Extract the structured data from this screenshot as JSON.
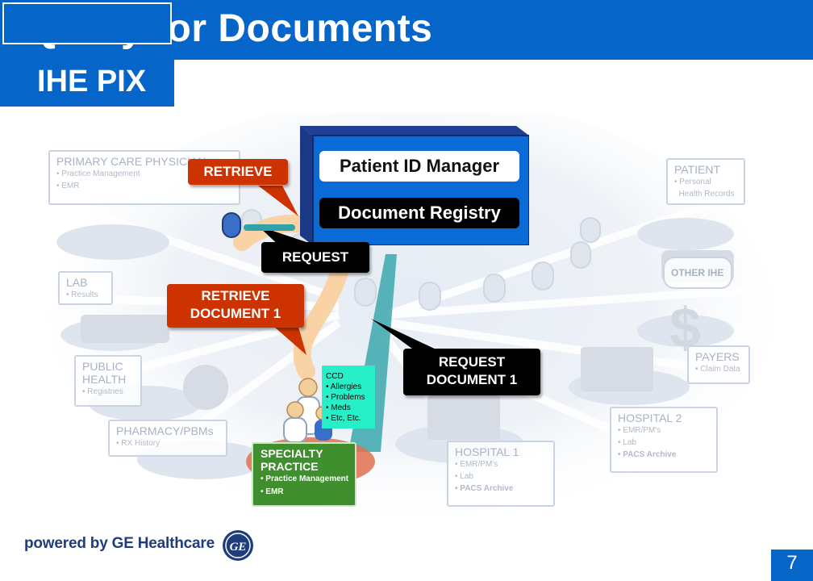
{
  "header": {
    "title": "Query for Documents",
    "subtitle": "IHE PIX"
  },
  "central": {
    "patient_id_manager": "Patient ID Manager",
    "document_registry": "Document Registry"
  },
  "callouts": {
    "retrieve": "RETRIEVE",
    "request": "REQUEST",
    "retrieve_doc_line1": "RETRIEVE",
    "retrieve_doc_line2": "DOCUMENT 1",
    "request_doc_line1": "REQUEST",
    "request_doc_line2": "DOCUMENT 1"
  },
  "nodes": {
    "primary_care": {
      "title": "PRIMARY CARE PHYSICIAN",
      "items": [
        "Practice Management",
        "EMR"
      ]
    },
    "lab": {
      "title": "LAB",
      "items": [
        "Results"
      ]
    },
    "public_health": {
      "title_line1": "PUBLIC",
      "title_line2": "HEALTH",
      "items": [
        "Registries"
      ]
    },
    "pharmacy": {
      "title": "PHARMACY/PBMs",
      "items": [
        "RX History"
      ]
    },
    "patient": {
      "title": "PATIENT",
      "items": [
        "Personal",
        "Health Records"
      ]
    },
    "other_ihe": {
      "title": "OTHER IHE"
    },
    "payers": {
      "title": "PAYERS",
      "items": [
        "Claim Data"
      ]
    },
    "hospital2": {
      "title": "HOSPITAL 2",
      "items": [
        "EMR/PM's",
        "Lab",
        "PACS Archive"
      ]
    },
    "hospital1": {
      "title": "HOSPITAL 1",
      "items": [
        "EMR/PM's",
        "Lab",
        "PACS Archive"
      ]
    },
    "specialty": {
      "title_line1": "SPECIALTY",
      "title_line2": "PRACTICE",
      "items": [
        "Practice Management",
        "EMR"
      ]
    }
  },
  "ccd_note": {
    "title": "CCD",
    "items": [
      "Allergies",
      "Problems",
      "Meds",
      "Etc, Etc."
    ]
  },
  "footer": {
    "powered_by": "powered by GE Healthcare",
    "logo_text": "GE",
    "page_number": "7"
  },
  "colors": {
    "header_blue": "#0565c8",
    "callout_red": "#cc3300",
    "specialty_green": "#3f8f2f",
    "ccd_teal": "#27f0c9"
  }
}
